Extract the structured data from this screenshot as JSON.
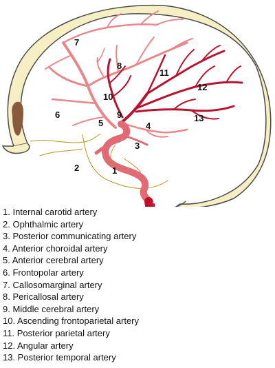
{
  "callouts": {
    "n1": "1",
    "n2": "2",
    "n3": "3",
    "n4": "4",
    "n5": "5",
    "n6": "6",
    "n7": "7",
    "n8": "8",
    "n9": "9",
    "n10": "10",
    "n11": "11",
    "n12": "12",
    "n13": "13"
  },
  "legend": [
    "1. Internal carotid artery",
    "2. Ophthalmic artery",
    "3. Posterior communicating artery",
    "4. Anterior choroidal artery",
    "5. Anterior cerebral artery",
    "6. Frontopolar artery",
    "7. Callosomarginal artery",
    "8. Pericallosal artery",
    "9. Middle cerebral artery",
    "10. Ascending frontoparietal artery",
    "11. Posterior parietal artery",
    "12. Angular artery",
    "13. Posterior temporal artery"
  ],
  "colors": {
    "skull_fill": "#f6efc4",
    "skull_outline": "#4a4a4a",
    "frontal_sinus": "#8a5a3c",
    "anterior_vessels": "#e8878b",
    "middle_cerebral_vessels": "#b8122e",
    "carotid": "#e26a74",
    "carotid_stump": "#c0102a",
    "faint_lines": "#b8941f"
  }
}
